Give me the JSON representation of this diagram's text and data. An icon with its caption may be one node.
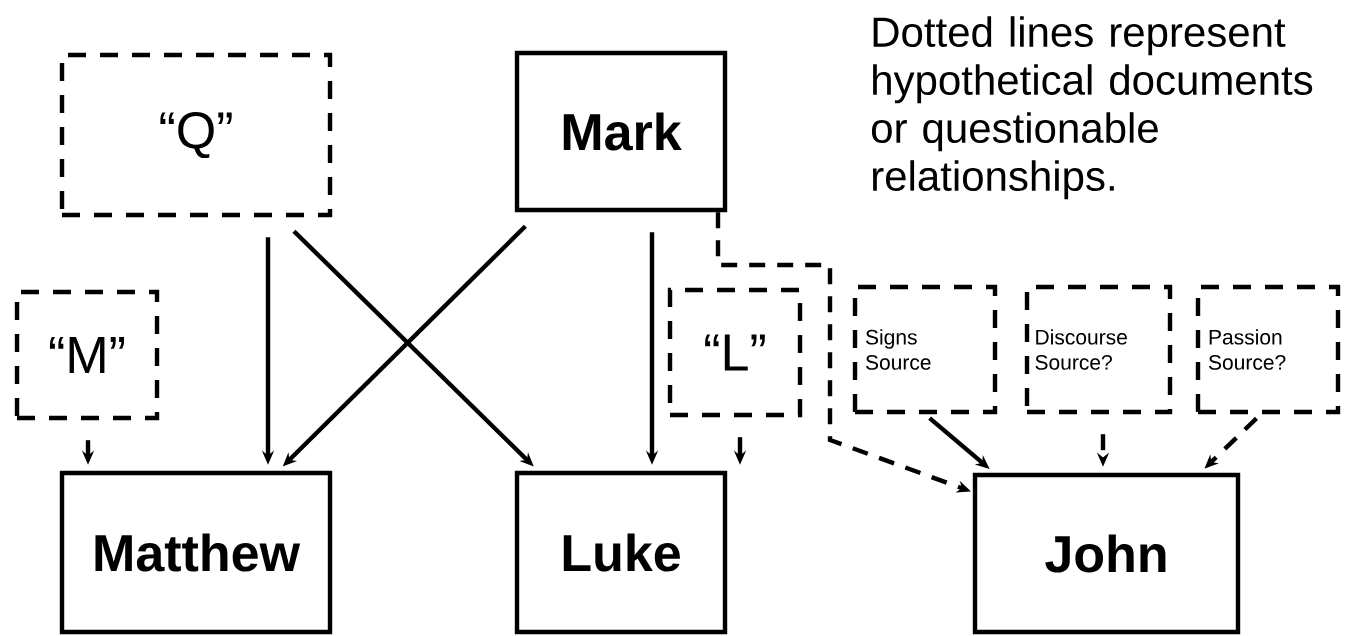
{
  "diagram": {
    "nodes": [
      {
        "text": [
          "“Q”"
        ]
      },
      {
        "text": [
          "Mark"
        ]
      },
      {
        "text": [
          "“M”"
        ]
      },
      {
        "text": [
          "“L”"
        ]
      },
      {
        "text": [
          "Signs Source"
        ]
      },
      {
        "text": [
          "Discourse Source?"
        ]
      },
      {
        "text": [
          "Passion Source?"
        ]
      },
      {
        "text": [
          "Matthew"
        ]
      },
      {
        "text": [
          "Luke"
        ]
      },
      {
        "text": [
          "John"
        ]
      }
    ],
    "edges": [
      {
        "from": 0,
        "to": 7,
        "arrow": "to"
      },
      {
        "from": 0,
        "to": 8,
        "arrow": "to"
      },
      {
        "from": 1,
        "to": 7,
        "arrow": "to"
      },
      {
        "from": 1,
        "to": 8,
        "arrow": "to"
      },
      {
        "from": 2,
        "to": 7,
        "arrow": "to",
        "style": "dashed"
      },
      {
        "from": 3,
        "to": 8,
        "arrow": "to"
      },
      {
        "from": 1,
        "to": 9,
        "arrow": "to",
        "style": "dashed"
      },
      {
        "from": 4,
        "to": 9,
        "arrow": "to"
      },
      {
        "from": 5,
        "to": 9,
        "arrow": "to",
        "style": "dashed"
      },
      {
        "from": 6,
        "to": 9,
        "arrow": "to",
        "style": "dashed"
      }
    ],
    "labels": [
      "Dotted lines represent hypothetical documents or questionable relationships."
    ]
  }
}
